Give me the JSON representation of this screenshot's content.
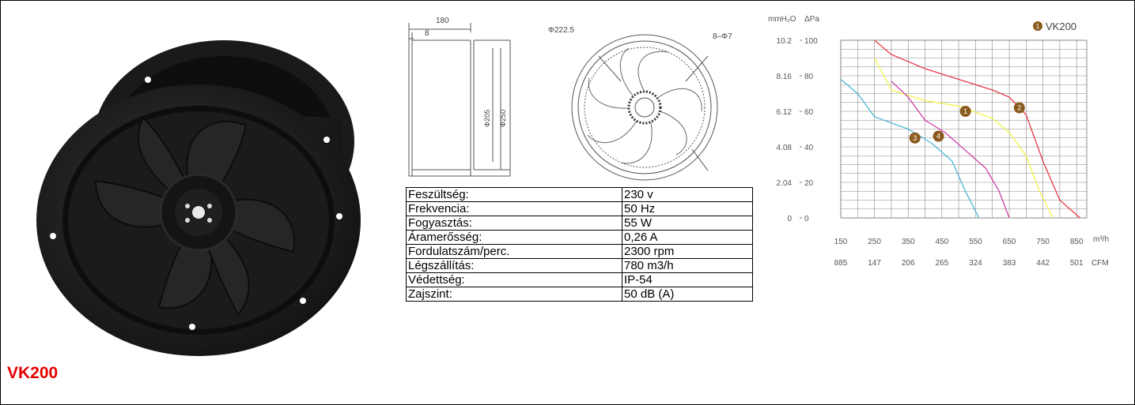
{
  "product": {
    "title": "VK200"
  },
  "colors": {
    "title_red": "#e30000",
    "fan_body": "#1c1c1c"
  },
  "drawing": {
    "dim_total_width": "180",
    "dim_flange": "8",
    "dim_inner": "Φ205",
    "dim_outer": "Φ250",
    "dim_pitch_circle": "Φ222.5",
    "dim_holes": "8–Φ7"
  },
  "specs": [
    {
      "label": "Feszültség:",
      "value": "230 v"
    },
    {
      "label": "Frekvencia:",
      "value": "50 Hz"
    },
    {
      "label": "Fogyasztás:",
      "value": "55 W"
    },
    {
      "label": "Áramerősség:",
      "value": "0,26 A"
    },
    {
      "label": "Fordulatszám/perc.",
      "value": "2300 rpm"
    },
    {
      "label": "Légszállítás:",
      "value": "780 m3/h"
    },
    {
      "label": "Védettség:",
      "value": "IP-54"
    },
    {
      "label": "Zajszint:",
      "value": "50 dB (A)"
    }
  ],
  "chart_data": {
    "type": "line",
    "legend": {
      "marker": "1",
      "label": "VK200",
      "placement": "top-right"
    },
    "y_label_left": "mmH₂O",
    "y_label_right": "ΔPa",
    "y_ticks_mmh2o": [
      "10.2",
      "8.16",
      "6.12",
      "4.08",
      "2.04",
      "0"
    ],
    "y_ticks_pa": [
      "100",
      "80",
      "60",
      "40",
      "20",
      "0"
    ],
    "ylim": [
      0,
      100
    ],
    "x_unit": "m³/h",
    "x_unit2": "CFM",
    "x_ticks": [
      "150",
      "250",
      "350",
      "450",
      "550",
      "650",
      "750",
      "850"
    ],
    "x_ticks2": [
      "885",
      "147",
      "206",
      "265",
      "324",
      "383",
      "442",
      "501"
    ],
    "xlim": [
      150,
      880
    ],
    "grid": true,
    "series": [
      {
        "name": "1",
        "color": "#f3f34c",
        "label_at": [
          520,
          60
        ],
        "points": [
          [
            250,
            90
          ],
          [
            300,
            72
          ],
          [
            400,
            66
          ],
          [
            500,
            63
          ],
          [
            600,
            56
          ],
          [
            650,
            48
          ],
          [
            700,
            35
          ],
          [
            740,
            15
          ],
          [
            780,
            0
          ]
        ]
      },
      {
        "name": "2",
        "color": "#e63b46",
        "label_at": [
          680,
          62
        ],
        "points": [
          [
            250,
            100
          ],
          [
            300,
            92
          ],
          [
            400,
            84
          ],
          [
            500,
            78
          ],
          [
            600,
            72
          ],
          [
            650,
            68
          ],
          [
            700,
            58
          ],
          [
            750,
            32
          ],
          [
            800,
            10
          ],
          [
            860,
            0
          ]
        ]
      },
      {
        "name": "3",
        "color": "#4db6d6",
        "label_at": [
          370,
          45
        ],
        "points": [
          [
            150,
            78
          ],
          [
            200,
            70
          ],
          [
            250,
            57
          ],
          [
            350,
            50
          ],
          [
            420,
            42
          ],
          [
            480,
            32
          ],
          [
            520,
            15
          ],
          [
            560,
            0
          ]
        ]
      },
      {
        "name": "4",
        "color": "#cf3fa9",
        "label_at": [
          440,
          46
        ],
        "points": [
          [
            300,
            77
          ],
          [
            350,
            68
          ],
          [
            400,
            55
          ],
          [
            460,
            48
          ],
          [
            520,
            38
          ],
          [
            580,
            28
          ],
          [
            620,
            15
          ],
          [
            650,
            0
          ]
        ]
      }
    ]
  }
}
